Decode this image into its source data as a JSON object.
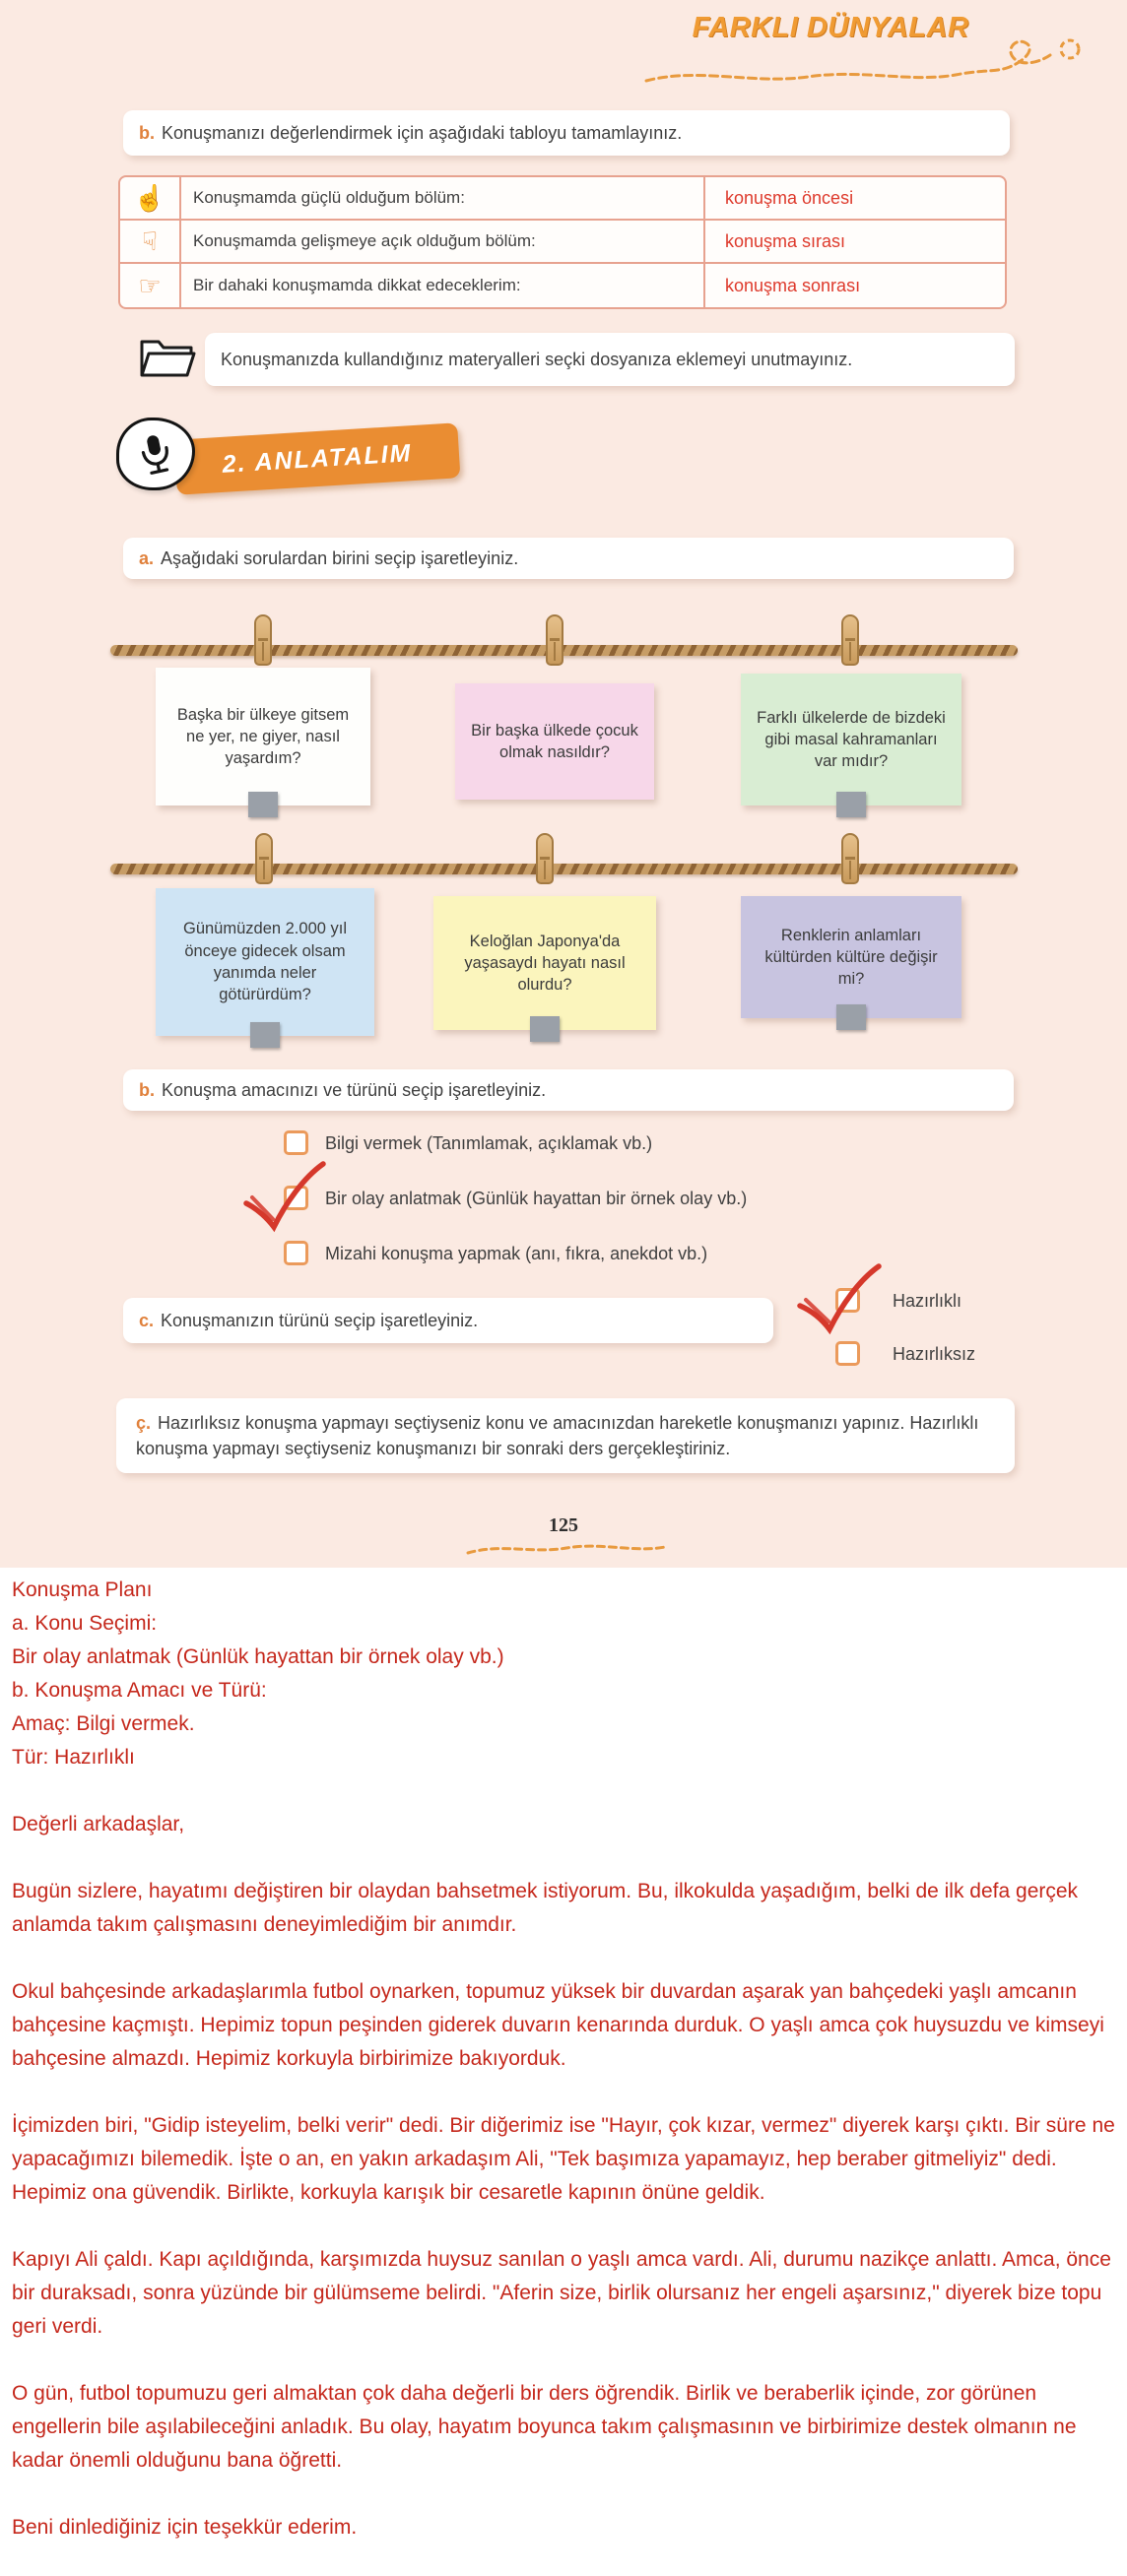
{
  "header": {
    "title": "FARKLI DÜNYALAR"
  },
  "page_number": "125",
  "section_b1": {
    "label": "b.",
    "instruction": "Konuşmanızı değerlendirmek için aşağıdaki tabloyu tamamlayınız.",
    "table": {
      "rows": [
        {
          "icon": "thumbs-up",
          "label": "Konuşmamda güçlü olduğum bölüm:",
          "answer": "konuşma öncesi"
        },
        {
          "icon": "thumbs-down",
          "label": "Konuşmamda gelişmeye açık olduğum bölüm:",
          "answer": "konuşma sırası"
        },
        {
          "icon": "pointing-hand",
          "label": "Bir dahaki konuşmamda dikkat edeceklerim:",
          "answer": "konuşma sonrası"
        }
      ]
    }
  },
  "materials_note": "Konuşmanızda kullandığınız materyalleri seçki dosyanıza eklemeyi unutmayınız.",
  "banner": {
    "title": "2. ANLATALIM"
  },
  "section_a": {
    "label": "a.",
    "instruction": "Aşağıdaki sorulardan birini seçip işaretleyiniz.",
    "notes": [
      {
        "text": "Başka bir ülkeye gitsem ne yer, ne giyer, nasıl yaşardım?",
        "color": "#fefefc"
      },
      {
        "text": "Bir başka ülkede çocuk olmak nasıldır?",
        "color": "#f7d7e9"
      },
      {
        "text": "Farklı ülkelerde de bizdeki gibi masal kahramanları var mıdır?",
        "color": "#d9edd3"
      },
      {
        "text": "Günümüzden 2.000 yıl önceye gidecek olsam yanımda neler götürürdüm?",
        "color": "#cfe4f4"
      },
      {
        "text": "Keloğlan Japonya'da yaşasaydı hayatı nasıl olurdu?",
        "color": "#fbf5bd"
      },
      {
        "text": "Renklerin anlamları kültürden kültüre değişir mi?",
        "color": "#c8c4e0"
      }
    ]
  },
  "section_b2": {
    "label": "b.",
    "instruction": "Konuşma amacınızı ve türünü seçip işaretleyiniz.",
    "options": [
      {
        "label": "Bilgi vermek (Tanımlamak, açıklamak vb.)",
        "checked": false
      },
      {
        "label": "Bir olay anlatmak (Günlük hayattan bir örnek olay vb.)",
        "checked": true
      },
      {
        "label": "Mizahi konuşma yapmak (anı, fıkra, anekdot vb.)",
        "checked": false
      }
    ]
  },
  "section_c": {
    "label": "c.",
    "instruction": "Konuşmanızın türünü seçip işaretleyiniz.",
    "options": [
      {
        "label": "Hazırlıklı",
        "checked": true
      },
      {
        "label": "Hazırlıksız",
        "checked": false
      }
    ]
  },
  "section_c_cedilla": {
    "label": "ç.",
    "instruction": "Hazırlıksız konuşma yapmayı seçtiyseniz konu ve amacınızdan hareketle konuşmanızı yapınız. Hazırlıklı konuşma yapmayı seçtiyseniz konuşmanızı bir sonraki ders gerçekleştiriniz."
  },
  "answer": {
    "text_color": "#c5281c",
    "plan_lines": [
      "Konuşma Planı",
      "a. Konu Seçimi:",
      "Bir olay anlatmak (Günlük hayattan bir örnek olay vb.)",
      "b. Konuşma Amacı ve Türü:",
      "Amaç: Bilgi vermek.",
      "Tür: Hazırlıklı"
    ],
    "greeting": "Değerli arkadaşlar,",
    "paragraphs": [
      "Bugün sizlere, hayatımı değiştiren bir olaydan bahsetmek istiyorum. Bu, ilkokulda yaşadığım, belki de ilk defa gerçek anlamda takım çalışmasını deneyimlediğim bir anımdır.",
      "Okul bahçesinde arkadaşlarımla futbol oynarken, topumuz yüksek bir duvardan aşarak yan bahçedeki yaşlı amcanın bahçesine kaçmıştı. Hepimiz topun peşinden giderek duvarın kenarında durduk. O yaşlı amca çok huysuzdu ve kimseyi bahçesine almazdı. Hepimiz korkuyla birbirimize bakıyorduk.",
      "İçimizden biri, \"Gidip isteyelim, belki verir\" dedi. Bir diğerimiz ise \"Hayır, çok kızar, vermez\" diyerek karşı çıktı. Bir süre ne yapacağımızı bilemedik. İşte o an, en yakın arkadaşım Ali, \"Tek başımıza yapamayız, hep beraber gitmeliyiz\" dedi. Hepimiz ona güvendik. Birlikte, korkuyla karışık bir cesaretle kapının önüne geldik.",
      "Kapıyı Ali çaldı. Kapı açıldığında, karşımızda huysuz sanılan o yaşlı amca vardı. Ali, durumu nazikçe anlattı. Amca, önce bir duraksadı, sonra yüzünde bir gülümseme belirdi. \"Aferin size, birlik olursanız her engeli aşarsınız,\" diyerek bize topu geri verdi.",
      "O gün, futbol topumuzu geri almaktan çok daha değerli bir ders öğrendik. Birlik ve beraberlik içinde, zor görünen engellerin bile aşılabileceğini anladık. Bu olay, hayatım boyunca takım çalışmasının ve birbirimize destek olmanın ne kadar önemli olduğunu bana öğretti."
    ],
    "closing": "Beni dinlediğiniz için teşekkür ederim."
  },
  "colors": {
    "page_bg": "#fbeae2",
    "accent_orange": "#ea8d32",
    "table_border": "#e7a28f",
    "red_mark": "#d5382b",
    "answer_red": "#c5281c"
  }
}
